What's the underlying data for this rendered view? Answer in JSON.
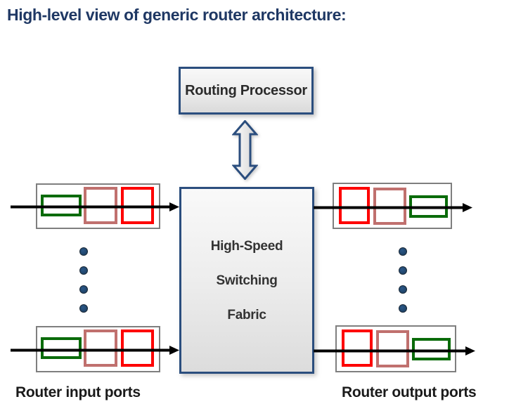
{
  "title": "High-level view of generic router architecture:",
  "routing_processor": {
    "label": "Routing Processor"
  },
  "switching_fabric": {
    "lines": [
      "High-Speed",
      "Switching",
      "Fabric"
    ]
  },
  "footer": {
    "input_label": "Router input ports",
    "output_label": "Router output ports"
  },
  "ports": {
    "input": {
      "boxes": 2,
      "packet_order": [
        "green",
        "rose",
        "red"
      ],
      "ellipsis_dots": 4
    },
    "output": {
      "boxes": 2,
      "packet_order": [
        "red",
        "rose",
        "green"
      ],
      "ellipsis_dots": 4
    }
  },
  "icons": {
    "bidirectional_arrow": "vertical double-headed arrow between routing processor and switching fabric",
    "flow_arrow": "black right-pointing arrow through each port box",
    "ellipsis": "column of four round dots"
  },
  "colors": {
    "title_text": "#1f3864",
    "box_border": "#2b4e7e",
    "box_fill_light": "#f8f8f8",
    "box_fill_dark": "#dadada",
    "port_box_border": "#7f7f7f",
    "packet_green": "#0a6b0a",
    "packet_rose": "#c0706e",
    "packet_red": "#fe0000",
    "flow_arrow": "#000000",
    "dot_fill": "#1f4469",
    "label_text": "#1a1a1a"
  }
}
